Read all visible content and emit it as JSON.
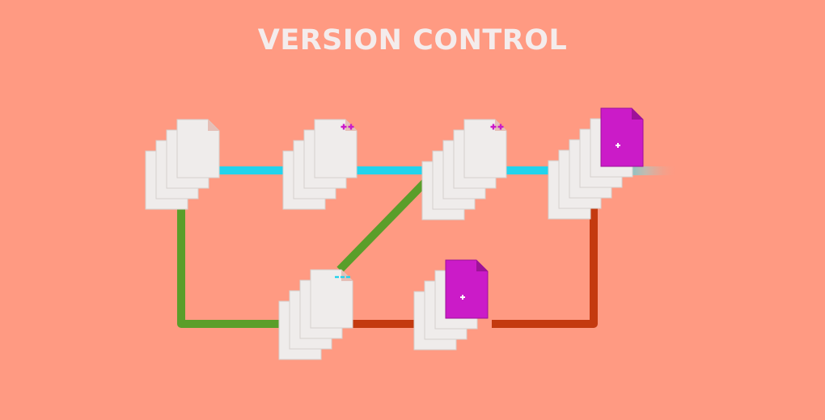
{
  "page": {
    "title": "VERSION CONTROL",
    "background_color": "#FF9A82"
  },
  "colors": {
    "paper": "#EFECEB",
    "paper_edge": "#D6D0CE",
    "fold": "#E5BFB7",
    "accent_page": "#CB1BC8",
    "accent_page_dark": "#9E1299",
    "main_branch": "#22D3EC",
    "feature_branch_green": "#5A9E2A",
    "feature_branch_red": "#C43A0F",
    "plus_marks": "#CB1BC8",
    "dash_marks": "#22D3EC"
  },
  "nodes": [
    {
      "id": "node-1",
      "marks": []
    },
    {
      "id": "node-2",
      "marks": [
        "plus",
        "plus-dash"
      ]
    },
    {
      "id": "node-3",
      "marks": [
        "plus",
        "dash",
        "plus-dash"
      ]
    },
    {
      "id": "node-4",
      "marks": [
        "accent-plus",
        "plus",
        "dash",
        "plus-dash"
      ]
    },
    {
      "id": "node-5",
      "marks": [
        "dash"
      ]
    },
    {
      "id": "node-6",
      "marks": [
        "accent-plus",
        "dash"
      ]
    }
  ],
  "connectors": [
    {
      "from": "node-1",
      "to": "node-2",
      "branch": "main"
    },
    {
      "from": "node-2",
      "to": "node-3",
      "branch": "main"
    },
    {
      "from": "node-3",
      "to": "node-4",
      "branch": "main"
    },
    {
      "from": "node-1",
      "to": "node-5",
      "branch": "green"
    },
    {
      "from": "node-5",
      "to": "node-3",
      "branch": "green"
    },
    {
      "from": "node-5",
      "to": "node-6",
      "branch": "red"
    },
    {
      "from": "node-6",
      "to": "node-4",
      "branch": "red"
    }
  ]
}
